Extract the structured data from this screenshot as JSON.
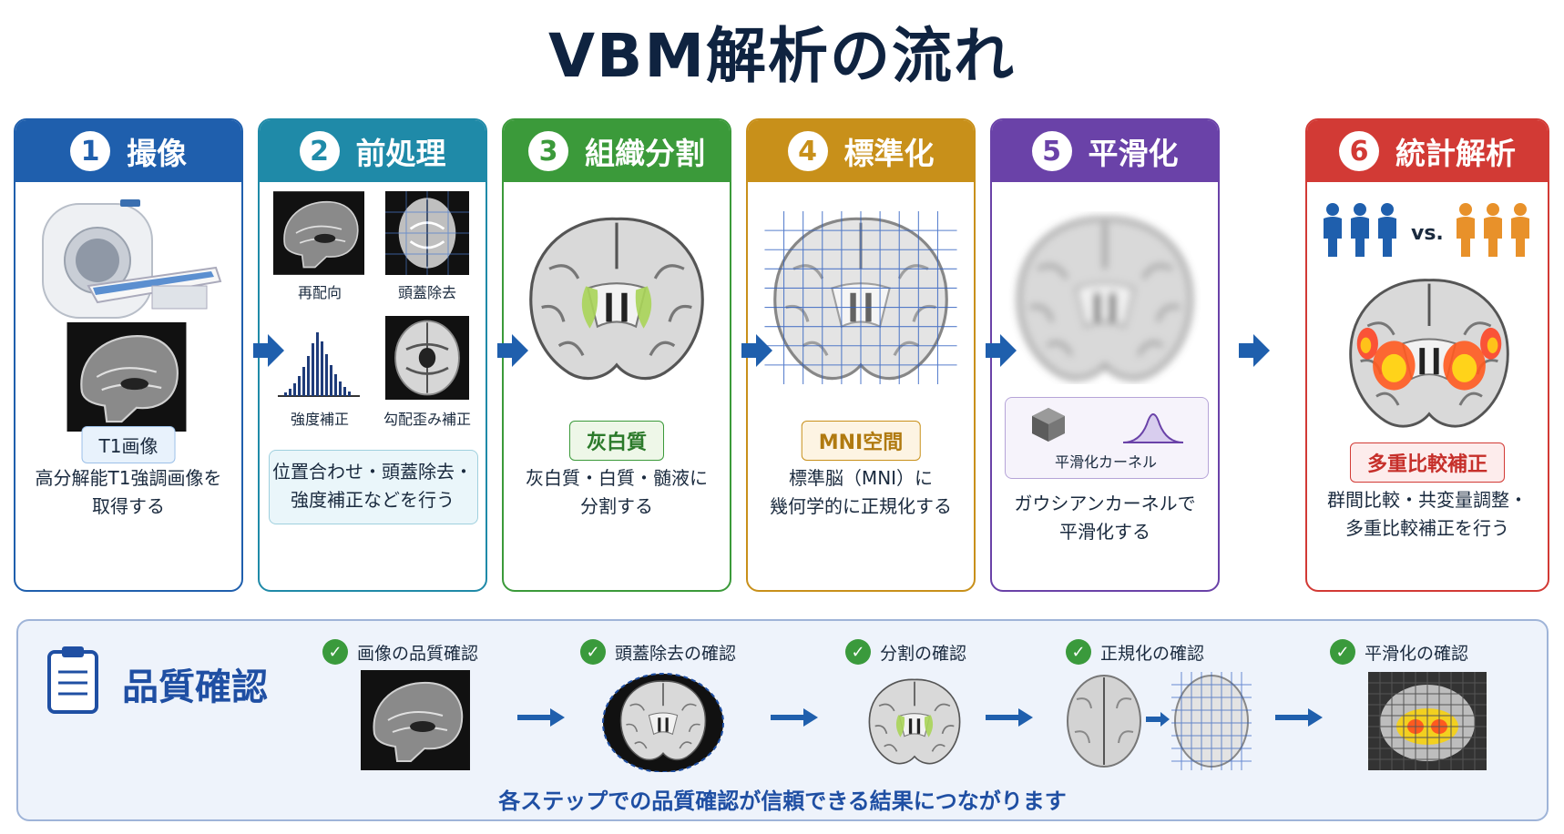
{
  "title": "VBM解析の流れ",
  "steps": [
    {
      "num": "1",
      "title": "撮像",
      "color": "#1f5fad",
      "tag": "T1画像",
      "desc1": "高分解能T1強調画像を",
      "desc2": "取得する"
    },
    {
      "num": "2",
      "title": "前処理",
      "color": "#1f8aa8",
      "labels": [
        "再配向",
        "頭蓋除去",
        "強度補正",
        "勾配歪み補正"
      ],
      "desc1": "位置合わせ・頭蓋除去・",
      "desc2": "強度補正などを行う"
    },
    {
      "num": "3",
      "title": "組織分割",
      "color": "#3b9a3a",
      "tag": "灰白質",
      "desc1": "灰白質・白質・髄液に",
      "desc2": "分割する"
    },
    {
      "num": "4",
      "title": "標準化",
      "color": "#c8901a",
      "tag": "MNI空間",
      "desc1": "標準脳（MNI）に",
      "desc2": "幾何学的に正規化する"
    },
    {
      "num": "5",
      "title": "平滑化",
      "color": "#6a42a8",
      "tag": "平滑化カーネル",
      "desc1": "ガウシアンカーネルで",
      "desc2": "平滑化する"
    },
    {
      "num": "6",
      "title": "統計解析",
      "color": "#d23a35",
      "vs": "vs.",
      "tag": "多重比較補正",
      "desc1": "群間比較・共変量調整・",
      "desc2": "多重比較補正を行う"
    }
  ],
  "qc": {
    "title": "品質確認",
    "items": [
      "画像の品質確認",
      "頭蓋除去の確認",
      "分割の確認",
      "正規化の確認",
      "平滑化の確認"
    ],
    "footer": "各ステップでの品質確認が信頼できる結果につながります"
  }
}
